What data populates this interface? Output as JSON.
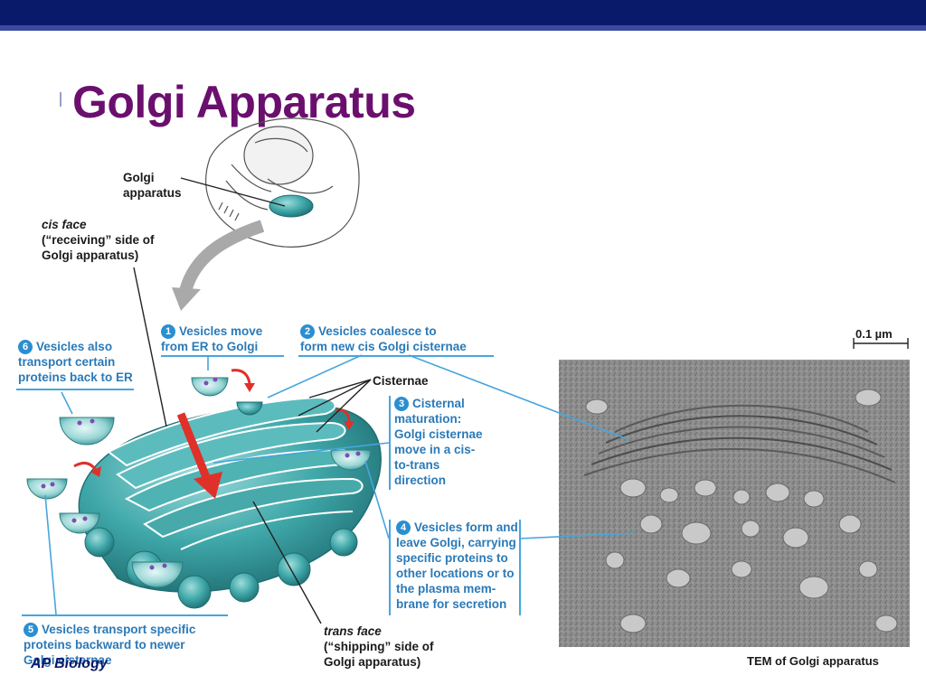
{
  "slide": {
    "title": "Golgi Apparatus",
    "footer": "AP Biology"
  },
  "labels": {
    "golgi_apparatus": [
      "Golgi",
      "apparatus"
    ],
    "cis_face": [
      "cis face",
      "(“receiving” side of",
      "Golgi apparatus)"
    ],
    "trans_face": [
      "trans face",
      "(“shipping” side of",
      "Golgi apparatus)"
    ],
    "cisternae": "Cisternae",
    "scale": "0.1 µm",
    "tem_caption": "TEM of Golgi apparatus"
  },
  "steps": [
    {
      "num": "1",
      "lines": [
        "Vesicles move",
        "from ER to Golgi"
      ]
    },
    {
      "num": "2",
      "lines": [
        "Vesicles coalesce to",
        "form new cis Golgi cisternae"
      ]
    },
    {
      "num": "3",
      "lines": [
        "Cisternal",
        "maturation:",
        "Golgi cisternae",
        "move in a cis-",
        "to-trans",
        "direction"
      ]
    },
    {
      "num": "4",
      "lines": [
        "Vesicles form and",
        "leave Golgi, carrying",
        "specific proteins to",
        "other locations or to",
        "the plasma mem-",
        "brane for secretion"
      ]
    },
    {
      "num": "5",
      "lines": [
        "Vesicles transport specific",
        "proteins backward to newer",
        "Golgi cisternae"
      ]
    },
    {
      "num": "6",
      "lines": [
        "Vesicles also",
        "transport certain",
        "proteins back to ER"
      ]
    }
  ],
  "colors": {
    "header_bar": "#0a1a6b",
    "title": "#6b0f6e",
    "step_text": "#2a7ab8",
    "golgi_teal": "#3fa7a9",
    "transport_arrow": "#e0302a"
  },
  "icons": {
    "step_number": "numbered-circle",
    "transport_arrow": "red-arrow"
  }
}
